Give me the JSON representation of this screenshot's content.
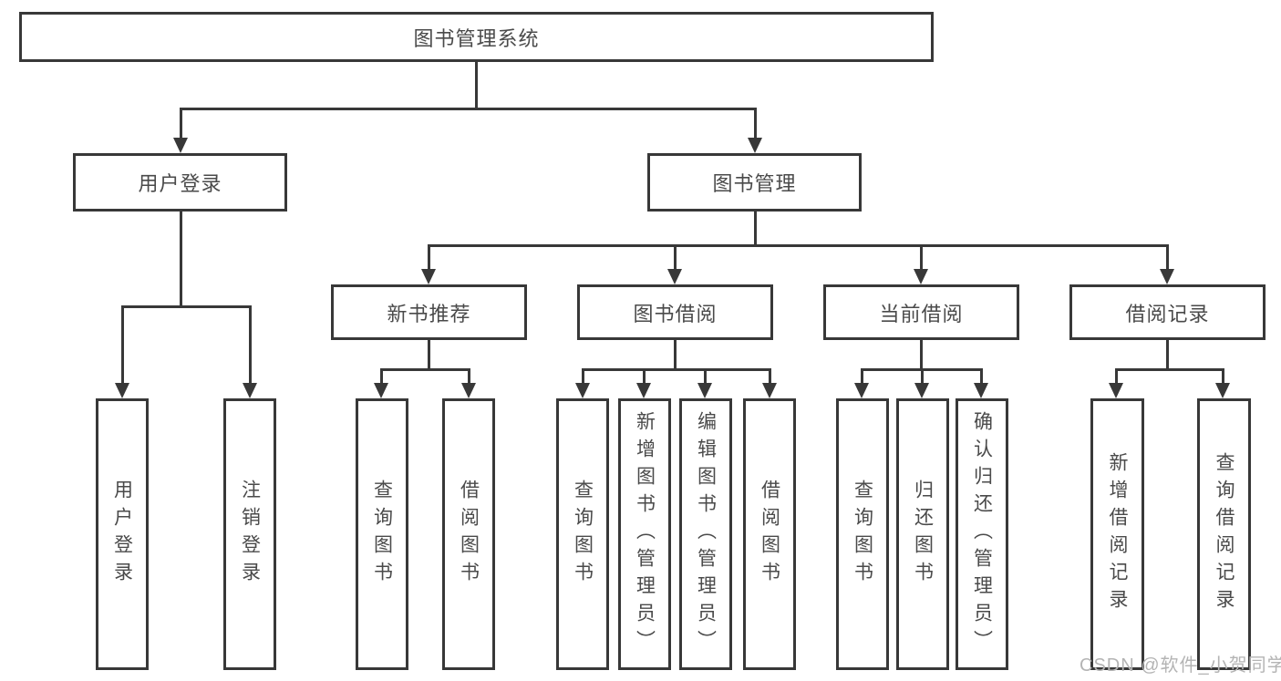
{
  "diagram": {
    "title": "图书管理系统",
    "watermark": "CSDN @软件_小贺同学",
    "colors": {
      "line": "#383838",
      "text": "#4a4a4a",
      "box_fill": "#ffffff",
      "watermark": "#b4b4b4"
    },
    "tree": {
      "label": "图书管理系统",
      "children": [
        {
          "label": "用户登录",
          "children": [
            {
              "label": "用户登录"
            },
            {
              "label": "注销登录"
            }
          ]
        },
        {
          "label": "图书管理",
          "children": [
            {
              "label": "新书推荐",
              "children": [
                {
                  "label": "查询图书"
                },
                {
                  "label": "借阅图书"
                }
              ]
            },
            {
              "label": "图书借阅",
              "children": [
                {
                  "label": "查询图书"
                },
                {
                  "label": "新增图书（管理员）"
                },
                {
                  "label": "编辑图书（管理员）"
                },
                {
                  "label": "借阅图书"
                }
              ]
            },
            {
              "label": "当前借阅",
              "children": [
                {
                  "label": "查询图书"
                },
                {
                  "label": "归还图书"
                },
                {
                  "label": "确认归还（管理员）"
                }
              ]
            },
            {
              "label": "借阅记录",
              "children": [
                {
                  "label": "新增借阅记录"
                },
                {
                  "label": "查询借阅记录"
                }
              ]
            }
          ]
        }
      ]
    }
  }
}
